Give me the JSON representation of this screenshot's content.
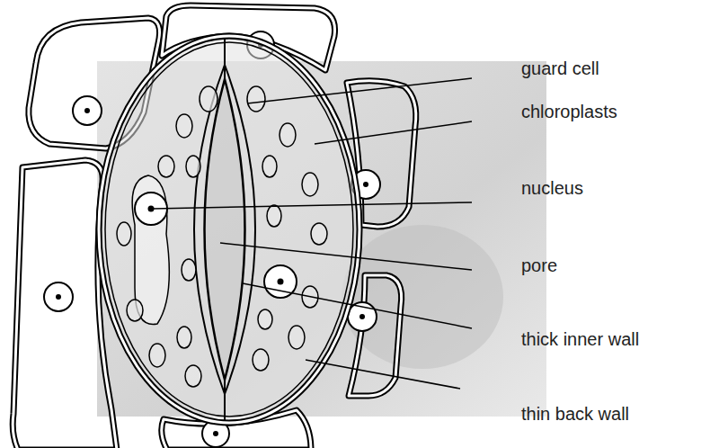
{
  "diagram": {
    "labels": [
      "guard cell",
      "chloroplasts",
      "nucleus",
      "pore",
      "thick inner wall",
      "thin back wall"
    ]
  }
}
